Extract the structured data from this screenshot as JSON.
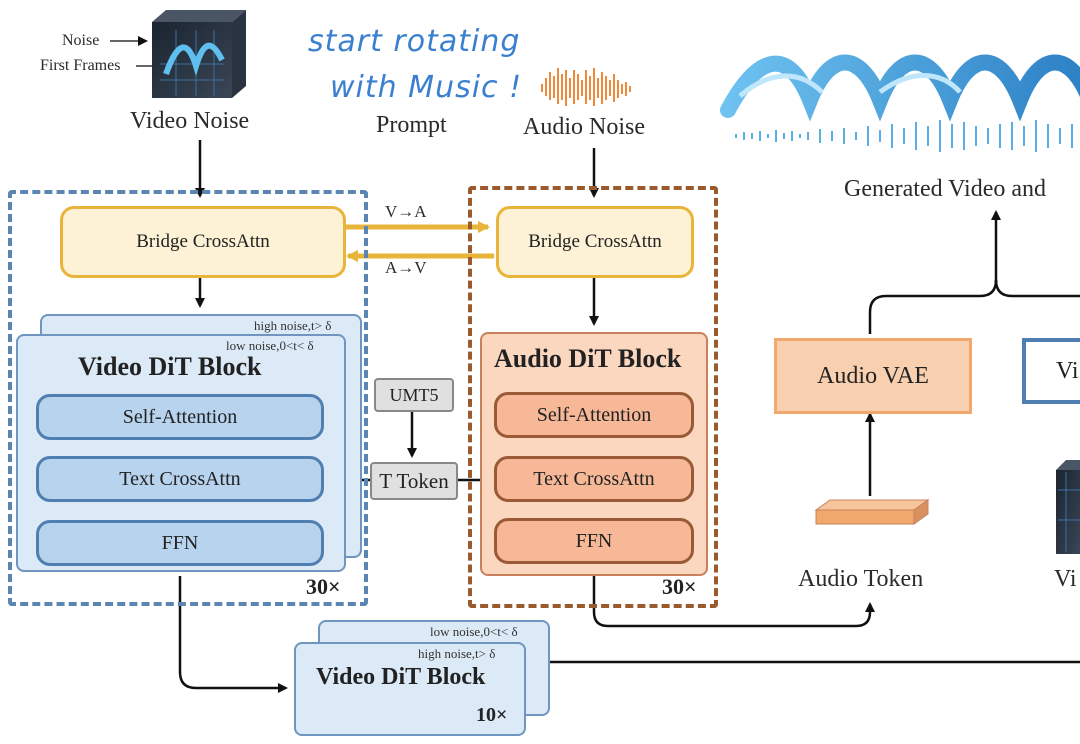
{
  "inputs": {
    "noise_label": "Noise",
    "first_frames_label": "First Frames",
    "video_noise_label": "Video Noise",
    "prompt_text_line1": "start rotating",
    "prompt_text_line2": "with Music !",
    "prompt_label": "Prompt",
    "audio_noise_label": "Audio Noise"
  },
  "output": {
    "generated_label": "Generated Video and"
  },
  "bridge": {
    "video_label": "Bridge CrossAttn",
    "audio_label": "Bridge CrossAttn",
    "v_to_a": "V→A",
    "a_to_v": "A→V"
  },
  "video_block": {
    "title": "Video DiT Block",
    "high_noise": "high noise,t> δ",
    "low_noise": "low noise,0<t< δ",
    "self_attention": "Self-Attention",
    "text_crossattn": "Text CrossAttn",
    "ffn": "FFN",
    "repeat": "30×"
  },
  "audio_block": {
    "title": "Audio DiT Block",
    "self_attention": "Self-Attention",
    "text_crossattn": "Text CrossAttn",
    "ffn": "FFN",
    "repeat": "30×"
  },
  "text": {
    "umt5": "UMT5",
    "t_token": "T Token"
  },
  "decoders": {
    "audio_vae": "Audio VAE",
    "video_vae_partial": "Vi",
    "audio_token": "Audio Token",
    "video_token_partial": "Vi"
  },
  "refiner_block": {
    "title": "Video DiT Block",
    "low_noise": "low noise,0<t< δ",
    "high_noise": "high noise,t> δ",
    "repeat": "10×"
  },
  "colors": {
    "video_blue": "#4f7fb0",
    "audio_brown": "#9a5a35",
    "bridge_yellow": "#e8b53a",
    "vae_orange": "#f0a86c"
  }
}
